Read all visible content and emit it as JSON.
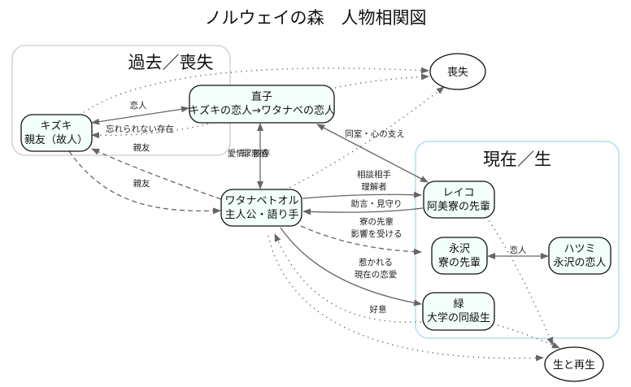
{
  "title": "ノルウェイの森　人物相関図",
  "clusters": {
    "past": {
      "label": "過去／喪失",
      "border_color": "#cccccc"
    },
    "present": {
      "label": "現在／生",
      "border_color": "#a8d8ea"
    }
  },
  "nodes": {
    "kizuki": {
      "line1": "キズキ",
      "line2": "親友（故人）"
    },
    "naoko": {
      "line1": "直子",
      "line2": "キズキの恋人→ワタナベの恋人"
    },
    "watanabe": {
      "line1": "ワタナベトオル",
      "line2": "主人公・語り手"
    },
    "reiko": {
      "line1": "レイコ",
      "line2": "阿美寮の先輩"
    },
    "nagasawa": {
      "line1": "永沢",
      "line2": "寮の先輩"
    },
    "hatsumi": {
      "line1": "ハツミ",
      "line2": "永沢の恋人"
    },
    "midori": {
      "line1": "緑",
      "line2": "大学の同級生"
    },
    "loss": {
      "label": "喪失"
    },
    "life": {
      "label": "生と再生"
    }
  },
  "edges": {
    "kizuki_naoko": "恋人",
    "naoko_kizuki": "忘れられない存在",
    "watanabe_kizuki": "親友",
    "kizuki_watanabe": "親友",
    "naoko_watanabe_a": "愛情／依存",
    "naoko_watanabe_b": "罪悪感",
    "naoko_reiko": "同室・心の支え",
    "watanabe_reiko_1": "相談相手",
    "watanabe_reiko_2": "理解者",
    "reiko_watanabe": "助言・見守り",
    "watanabe_nagasawa_1": "寮の先輩",
    "watanabe_nagasawa_2": "影響を受ける",
    "nagasawa_hatsumi": "恋人",
    "watanabe_midori_1": "惹かれる",
    "watanabe_midori_2": "現在の恋愛",
    "midori_watanabe": "好意"
  },
  "colors": {
    "node_fill": "#f2fffa",
    "edge": "#666666",
    "past_cluster": "#cccccc",
    "present_cluster": "#a8d8ea"
  }
}
